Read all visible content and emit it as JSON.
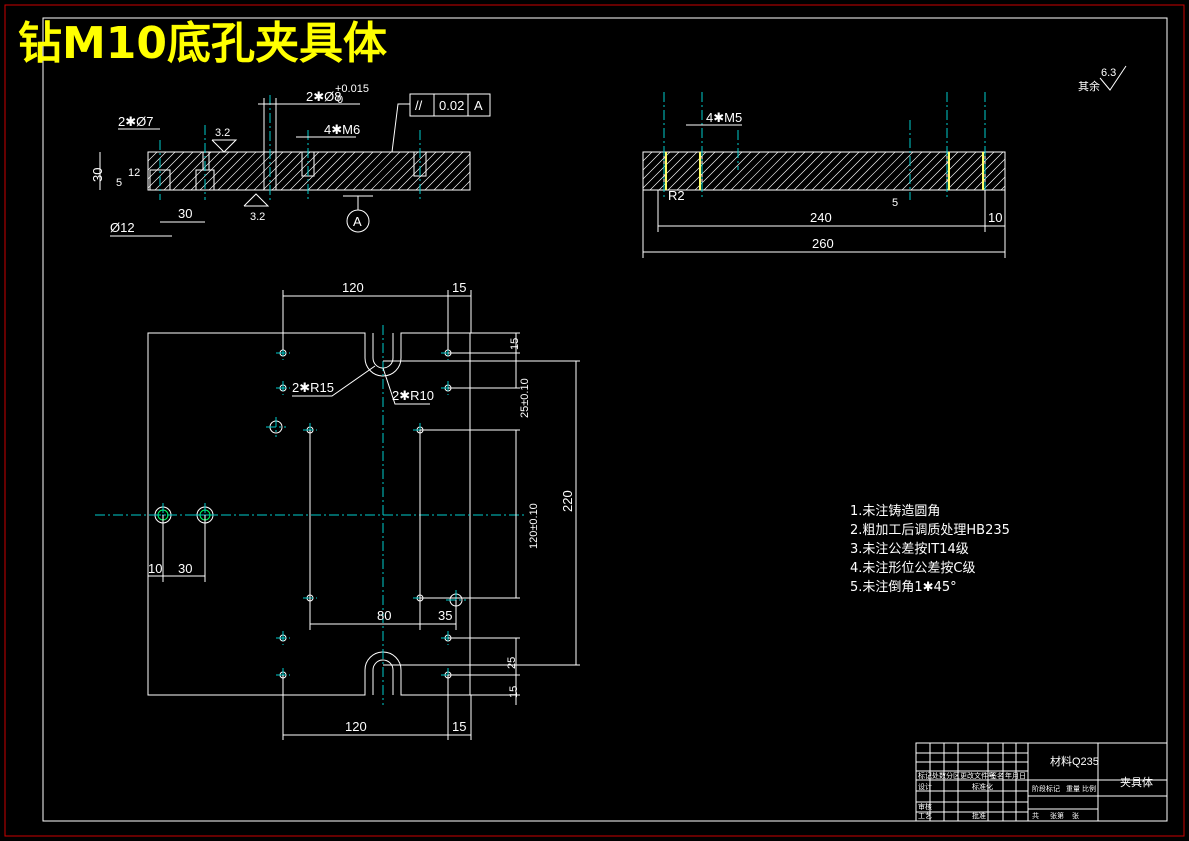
{
  "title": "钻M10底孔夹具体",
  "roughness_corner": {
    "value": "6.3",
    "label": "其余"
  },
  "front_view": {
    "dims": {
      "d7": "2✱Ø7",
      "d8": "2✱Ø8",
      "d8_tol": "+0.015",
      "d8_tol0": "0",
      "m6": "4✱M6",
      "h30": "30",
      "h5": "5",
      "h12": "12",
      "w30": "30",
      "d12": "Ø12",
      "rough1": "3.2",
      "rough2": "3.2"
    },
    "tolerance": {
      "symbol": "//",
      "value": "0.02",
      "datum": "A"
    },
    "datum_label": "A"
  },
  "side_view": {
    "dims": {
      "m5": "4✱M5",
      "r2": "R2",
      "l240": "240",
      "l10": "10",
      "l260": "260",
      "h5": "5"
    }
  },
  "plan_view": {
    "dims": {
      "top120": "120",
      "top15": "15",
      "r15": "2✱R15",
      "r10": "2✱R10",
      "v15a": "15",
      "v25": "25±0.10",
      "v220": "220",
      "v120": "120±0.10",
      "h10": "10",
      "h30": "30",
      "h80": "80",
      "h35": "35",
      "v25b": "25",
      "v15b": "15",
      "bot120": "120",
      "bot15": "15"
    }
  },
  "notes": [
    "1.未注铸造圆角",
    "2.粗加工后调质处理HB235",
    "3.未注公差按IT14级",
    "4.未注形位公差按C级",
    "5.未注倒角1✱45°"
  ],
  "title_block": {
    "material": "材料Q235",
    "part_name": "夹具体",
    "headers": [
      "标记",
      "处数",
      "分区",
      "更改文件号",
      "签名",
      "年月日"
    ],
    "rows": [
      "设计",
      "审核",
      "工艺"
    ],
    "mid": [
      "标准化",
      "批准"
    ],
    "stage": [
      "阶段标记",
      "重量",
      "比例"
    ],
    "sheet": [
      "共",
      "张第",
      "张"
    ]
  }
}
